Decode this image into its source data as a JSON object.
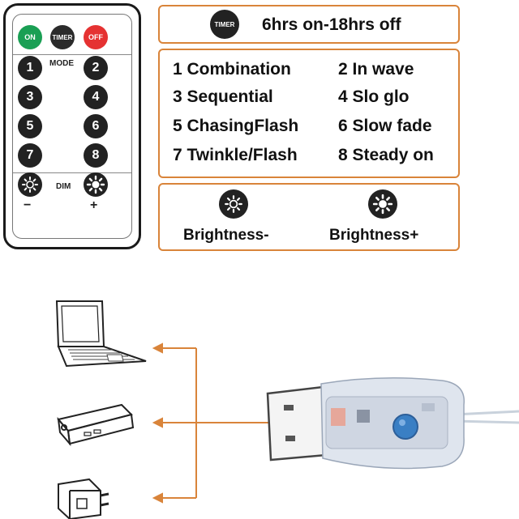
{
  "remote": {
    "on_label": "ON",
    "timer_label": "TIMER",
    "off_label": "OFF",
    "mode_label": "MODE",
    "numbers": [
      "1",
      "2",
      "3",
      "4",
      "5",
      "6",
      "7",
      "8"
    ],
    "dim_label": "DIM",
    "minus": "−",
    "plus": "+"
  },
  "timer_box": {
    "badge": "TIMER",
    "text": "6hrs on-18hrs off"
  },
  "modes": [
    "1 Combination",
    "2 In wave",
    "3 Sequential",
    "4 Slo glo",
    "5 ChasingFlash",
    "6 Slow fade",
    "7 Twinkle/Flash",
    "8 Steady on"
  ],
  "brightness": {
    "minus_label": "Brightness-",
    "plus_label": "Brightness+"
  },
  "colors": {
    "accent_orange": "#d9843a",
    "on_green": "#1a9f54",
    "off_red": "#e53232",
    "button_dark": "#222222",
    "usb_blue": "#3a7fc4"
  },
  "icons": {
    "devices": [
      "laptop-icon",
      "power-bank-icon",
      "wall-adapter-icon"
    ],
    "connector": "usb-controller-icon"
  }
}
